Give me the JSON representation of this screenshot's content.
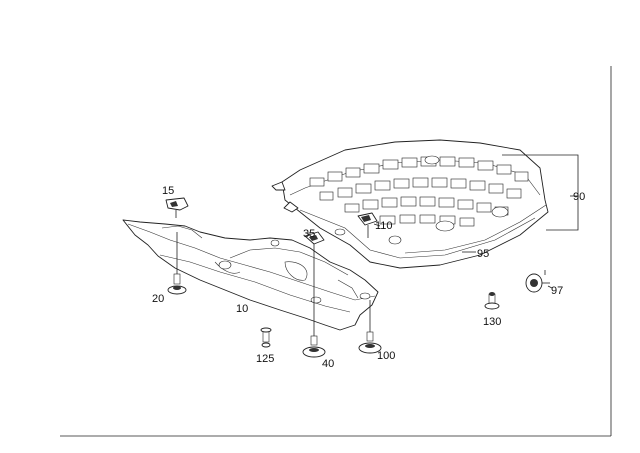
{
  "callouts": {
    "c10": "10",
    "c15": "15",
    "c20": "20",
    "c35": "35",
    "c40": "40",
    "c90": "90",
    "c95": "95",
    "c97": "97",
    "c100": "100",
    "c110": "110",
    "c125": "125",
    "c130": "130"
  }
}
